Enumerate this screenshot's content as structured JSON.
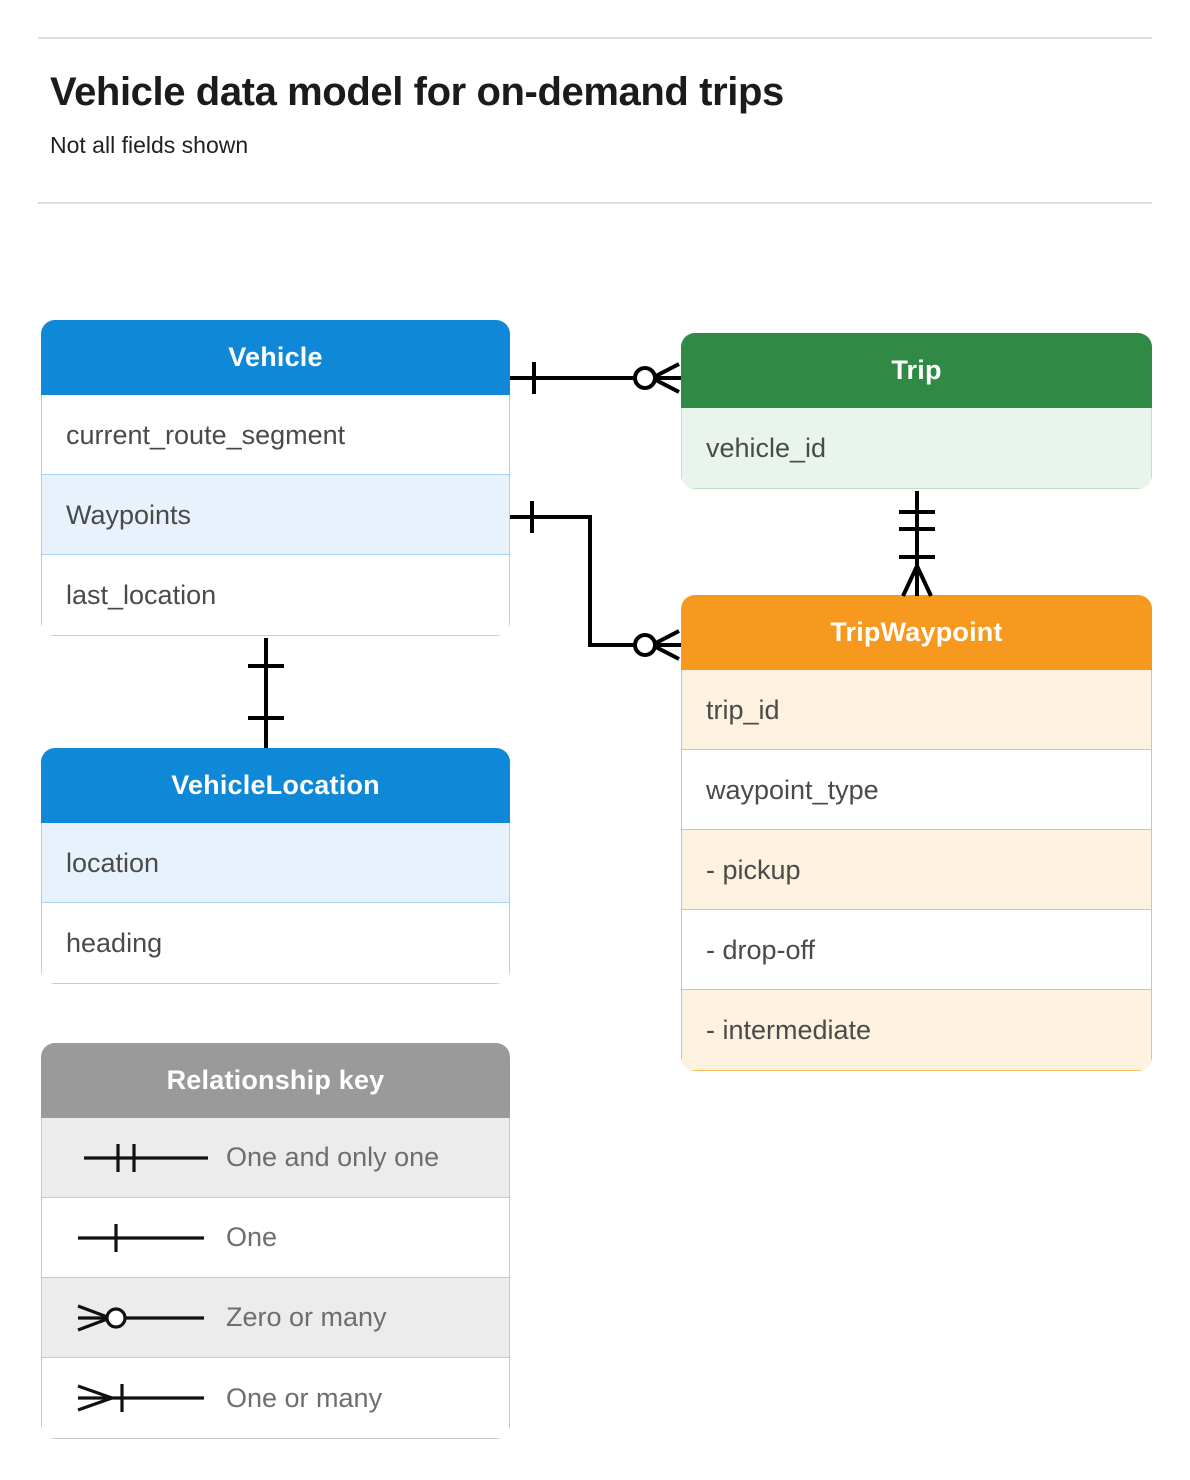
{
  "header": {
    "title": "Vehicle data model for on-demand trips",
    "subtitle": "Not all fields shown"
  },
  "colors": {
    "blue_header": "#0f88d7",
    "blue_row_alt": "#e8f2fc",
    "blue_border": "#a5d4f4",
    "green_header": "#2e8a45",
    "green_row_alt": "#e9f4ec",
    "green_border": "#bfdfc6",
    "orange_header": "#f7991f",
    "orange_row_alt": "#fdf2e0",
    "orange_border": "#f6c159",
    "grey_header": "#9a9a9a",
    "grey_row_alt": "#ececec",
    "grey_border": "#c9c9c9",
    "connector": "#000000",
    "field_text": "#4a4a4a",
    "rule": "#dcdcdc"
  },
  "entities": [
    {
      "id": "vehicle",
      "name": "Vehicle",
      "color": "blue",
      "fields": [
        {
          "label": "current_route_segment",
          "shaded": false
        },
        {
          "label": "Waypoints",
          "shaded": true
        },
        {
          "label": "last_location",
          "shaded": false
        }
      ]
    },
    {
      "id": "vehicle-location",
      "name": "VehicleLocation",
      "color": "blue",
      "fields": [
        {
          "label": "location",
          "shaded": true
        },
        {
          "label": "heading",
          "shaded": false
        }
      ]
    },
    {
      "id": "trip",
      "name": "Trip",
      "color": "green",
      "fields": [
        {
          "label": "vehicle_id",
          "shaded": true
        }
      ]
    },
    {
      "id": "trip-waypoint",
      "name": "TripWaypoint",
      "color": "orange",
      "fields": [
        {
          "label": "trip_id",
          "shaded": true
        },
        {
          "label": "waypoint_type",
          "shaded": false
        },
        {
          "label": "-  pickup",
          "shaded": true
        },
        {
          "label": "-  drop-off",
          "shaded": false
        },
        {
          "label": "-  intermediate",
          "shaded": true
        }
      ]
    }
  ],
  "legend": {
    "title": "Relationship key",
    "items": [
      {
        "symbol": "one-and-only-one",
        "label": "One and only one",
        "shaded": true
      },
      {
        "symbol": "one",
        "label": "One",
        "shaded": false
      },
      {
        "symbol": "zero-or-many",
        "label": "Zero or many",
        "shaded": true
      },
      {
        "symbol": "one-or-many",
        "label": "One or many",
        "shaded": false
      }
    ]
  },
  "relationships": [
    {
      "id": "vehicle-to-trip",
      "from_entity": "Vehicle",
      "from_cardinality": "One",
      "to_entity": "Trip",
      "to_field": "vehicle_id",
      "to_cardinality": "Zero or many"
    },
    {
      "id": "vehicle-waypoints-to-trip-waypoint",
      "from_entity": "Vehicle",
      "from_field": "Waypoints",
      "from_cardinality": "One",
      "to_entity": "TripWaypoint",
      "to_cardinality": "Zero or many"
    },
    {
      "id": "vehicle-to-vehicle-location",
      "from_entity": "Vehicle",
      "from_cardinality": "One",
      "to_entity": "VehicleLocation",
      "to_cardinality": "One"
    },
    {
      "id": "trip-to-trip-waypoint",
      "from_entity": "Trip",
      "from_cardinality": "One and only one",
      "to_entity": "TripWaypoint",
      "to_cardinality": "One or many"
    }
  ]
}
